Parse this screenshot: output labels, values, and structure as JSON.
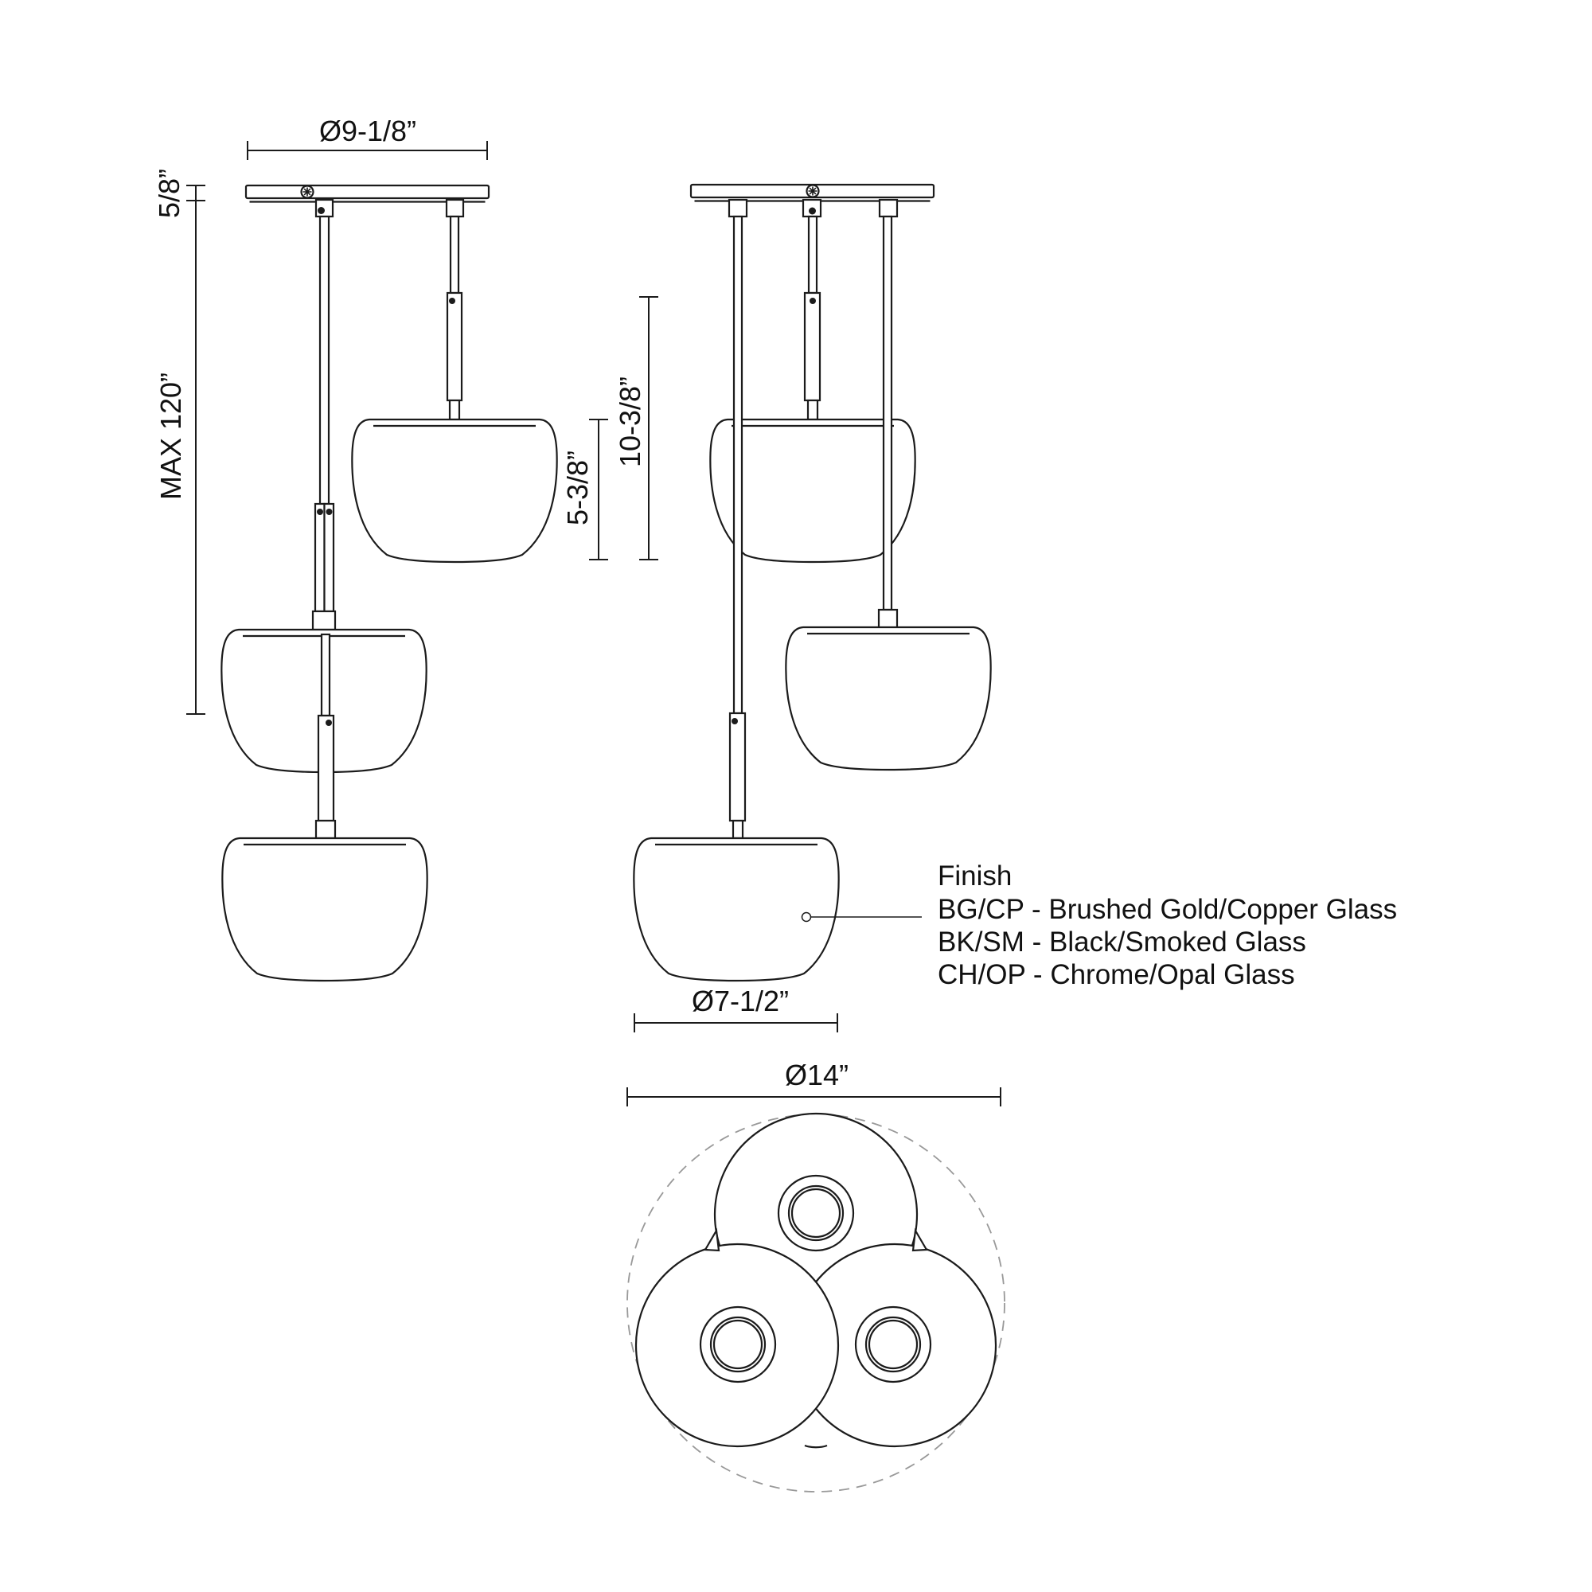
{
  "drawing": {
    "dimensions": {
      "canopy_diameter": "Ø9-1/8”",
      "canopy_height": "5/8”",
      "max_suspension": "MAX 120”",
      "stem_drop": "10-3/8”",
      "shade_height": "5-3/8”",
      "shade_diameter": "Ø7-1/2”",
      "fixture_diameter": "Ø14”"
    },
    "finish_legend": {
      "title": "Finish",
      "options": [
        "BG/CP - Brushed Gold/Copper Glass",
        "BK/SM - Black/Smoked Glass",
        "CH/OP - Chrome/Opal Glass"
      ]
    },
    "colors": {
      "line": "#1b1b1b",
      "dashed_reference": "#999999",
      "background": "#ffffff"
    }
  }
}
